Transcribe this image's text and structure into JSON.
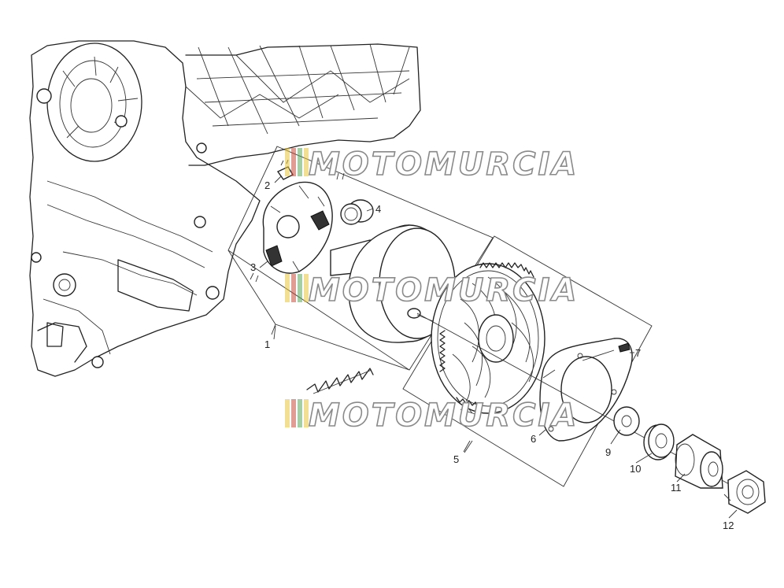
{
  "diagram": {
    "callouts": [
      {
        "id": "1",
        "label": "1"
      },
      {
        "id": "2",
        "label": "2"
      },
      {
        "id": "3",
        "label": "3"
      },
      {
        "id": "4",
        "label": "4"
      },
      {
        "id": "5",
        "label": "5"
      },
      {
        "id": "6",
        "label": "6"
      },
      {
        "id": "7",
        "label": "7"
      },
      {
        "id": "9",
        "label": "9"
      },
      {
        "id": "10",
        "label": "10"
      },
      {
        "id": "11",
        "label": "11"
      },
      {
        "id": "12",
        "label": "12"
      }
    ]
  },
  "watermark": {
    "text": "MOTOMURCIA",
    "stripe_colors": [
      "#e8c43a",
      "#c94a3b",
      "#5aa55a",
      "#e8c43a"
    ]
  }
}
